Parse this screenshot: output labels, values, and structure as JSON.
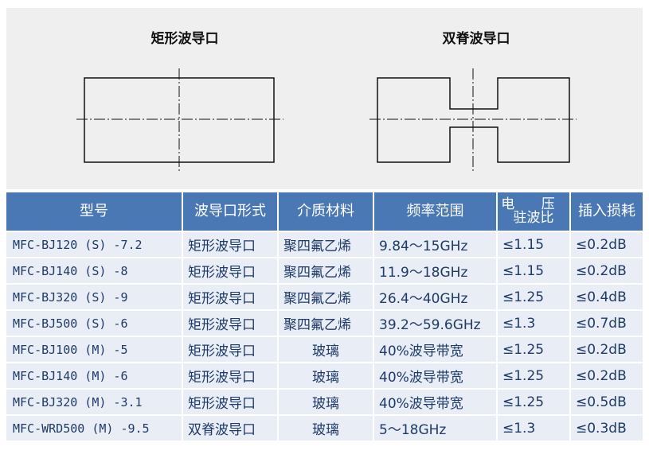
{
  "diagrams": {
    "left_title": "矩形波导口",
    "right_title": "双脊波导口"
  },
  "table": {
    "headers": {
      "model": "型号",
      "port_type": "波导口形式",
      "dielectric": "介质材料",
      "freq_range": "频率范围",
      "vswr_line1": "电 压",
      "vswr_line2": "驻波比",
      "insertion_loss": "插入损耗"
    },
    "rows": [
      [
        "MFC-BJ120 (S) -7.2",
        "矩形波导口",
        "聚四氟乙烯",
        "9.84～15GHz",
        "≤1.15",
        "≤0.2dB"
      ],
      [
        "MFC-BJ140 (S) -8",
        "矩形波导口",
        "聚四氟乙烯",
        "11.9～18GHz",
        "≤1.15",
        "≤0.2dB"
      ],
      [
        "MFC-BJ320 (S) -9",
        "矩形波导口",
        "聚四氟乙烯",
        "26.4～40GHz",
        "≤1.25",
        "≤0.4dB"
      ],
      [
        "MFC-BJ500 (S) -6",
        "矩形波导口",
        "聚四氟乙烯",
        "39.2～59.6GHz",
        "≤1.3",
        "≤0.7dB"
      ],
      [
        "MFC-BJ100 (M) -5",
        "矩形波导口",
        "玻璃",
        "40%波导带宽",
        "≤1.25",
        "≤0.2dB"
      ],
      [
        "MFC-BJ140 (M) -6",
        "矩形波导口",
        "玻璃",
        "40%波导带宽",
        "≤1.25",
        "≤0.2dB"
      ],
      [
        "MFC-BJ320 (M) -3.1",
        "矩形波导口",
        "玻璃",
        "40%波导带宽",
        "≤1.25",
        "≤0.5dB"
      ],
      [
        "MFC-WRD500 (M) -9.5",
        "双脊波导口",
        "玻璃",
        "5～18GHz",
        "≤1.3",
        "≤0.3dB"
      ]
    ]
  }
}
